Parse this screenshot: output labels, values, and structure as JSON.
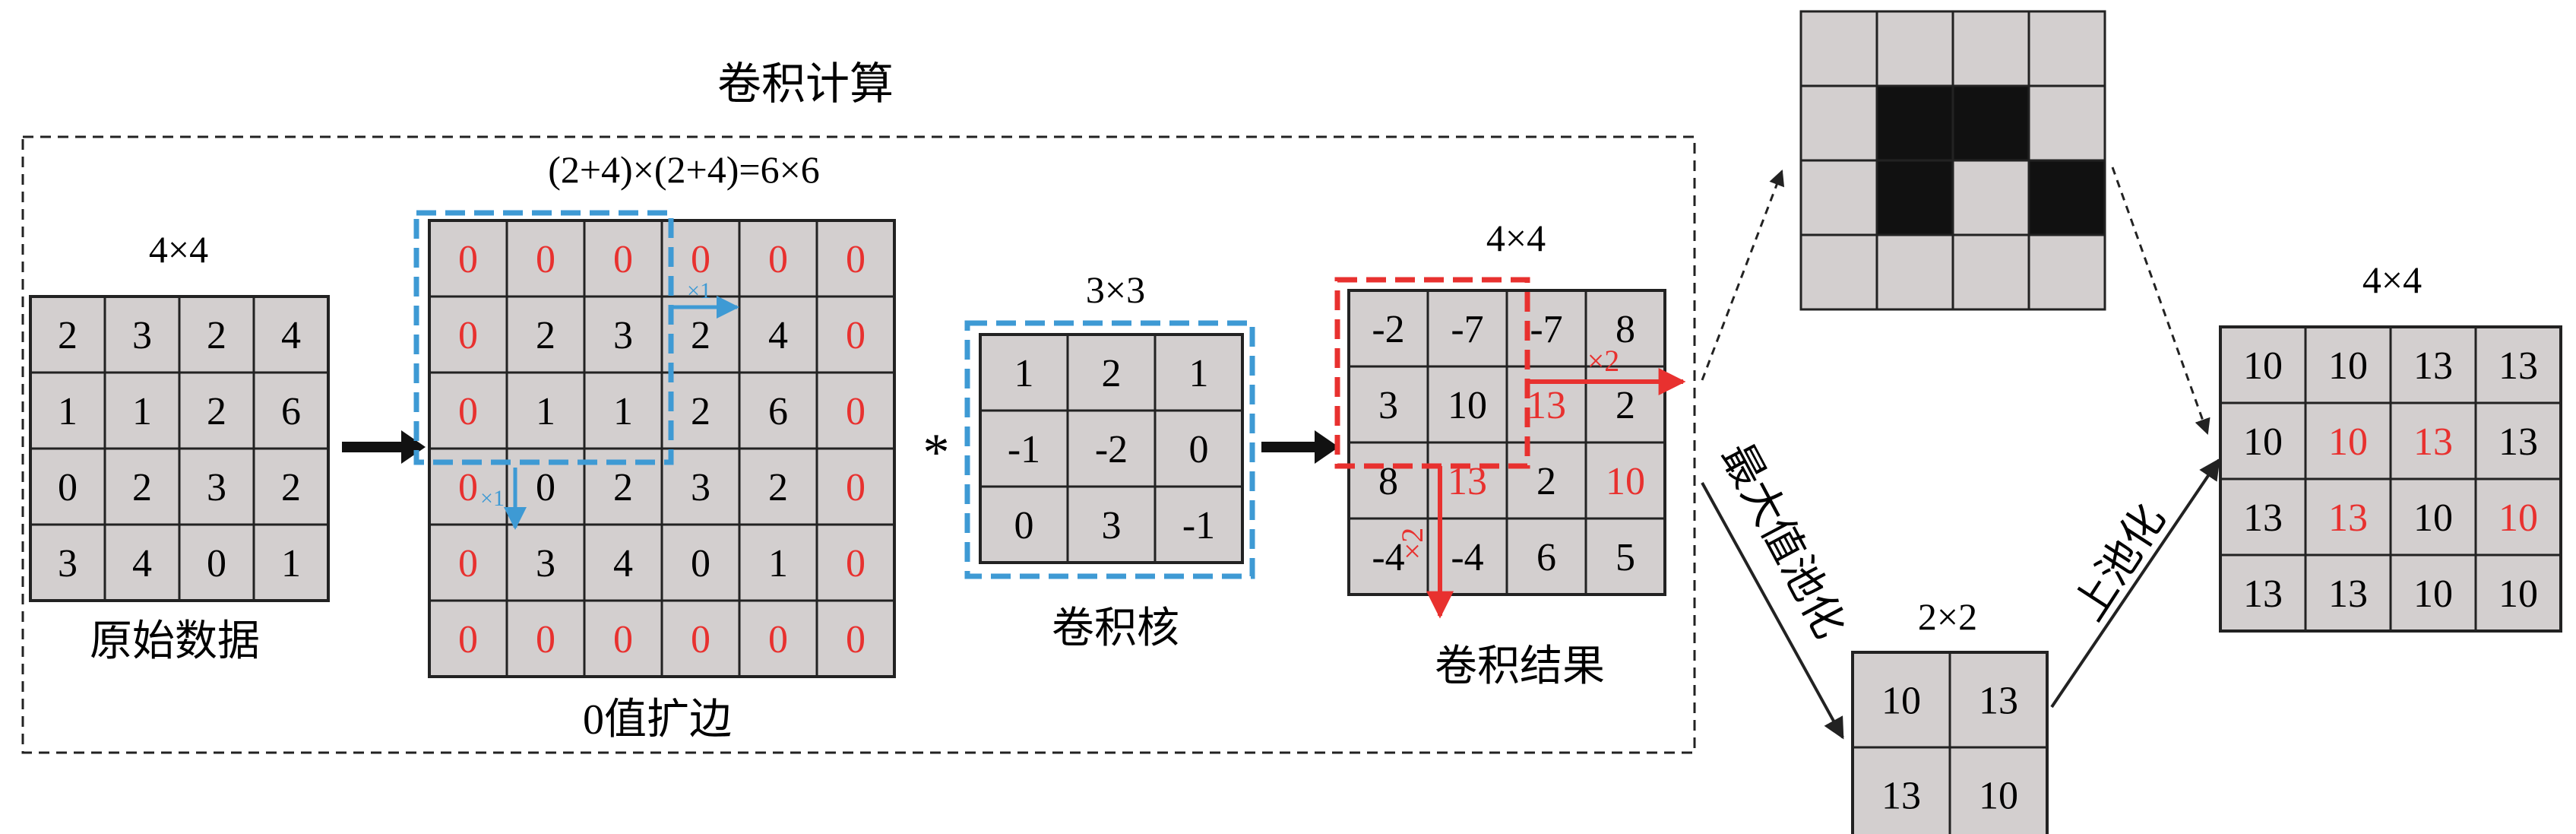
{
  "colors": {
    "cell_fill": "#d3cfcf",
    "cell_dark": "#111111",
    "line": "#222222",
    "text": "#000000",
    "red": "#e8312f",
    "blue": "#3e9ad4",
    "dashed_frame": "#222222"
  },
  "section_title": "卷积计算",
  "original": {
    "size_label": "4×4",
    "caption": "原始数据",
    "values": [
      [
        "2",
        "3",
        "2",
        "4"
      ],
      [
        "1",
        "1",
        "2",
        "6"
      ],
      [
        "0",
        "2",
        "3",
        "2"
      ],
      [
        "3",
        "4",
        "0",
        "1"
      ]
    ]
  },
  "padded": {
    "size_label": "(2+4)×(2+4)=6×6",
    "caption": "0值扩边",
    "values": [
      [
        "0",
        "0",
        "0",
        "0",
        "0",
        "0"
      ],
      [
        "0",
        "2",
        "3",
        "2",
        "4",
        "0"
      ],
      [
        "0",
        "1",
        "1",
        "2",
        "6",
        "0"
      ],
      [
        "0",
        "0",
        "2",
        "3",
        "2",
        "0"
      ],
      [
        "0",
        "3",
        "4",
        "0",
        "1",
        "0"
      ],
      [
        "0",
        "0",
        "0",
        "0",
        "0",
        "0"
      ]
    ],
    "stride_right_label": "×1",
    "stride_down_label": "×1"
  },
  "operator": "*",
  "kernel": {
    "size_label": "3×3",
    "caption": "卷积核",
    "values": [
      [
        "1",
        "2",
        "1"
      ],
      [
        "-1",
        "-2",
        "0"
      ],
      [
        "0",
        "3",
        "-1"
      ]
    ]
  },
  "conv_result": {
    "size_label": "4×4",
    "caption": "卷积结果",
    "values": [
      [
        "-2",
        "-7",
        "-7",
        "8"
      ],
      [
        "3",
        "10",
        "13",
        "2"
      ],
      [
        "8",
        "13",
        "2",
        "10"
      ],
      [
        "-4",
        "-4",
        "6",
        "5"
      ]
    ],
    "red_values": [
      "13"
    ],
    "stride_right_label": "×2",
    "stride_down_label": "×2"
  },
  "mask": {
    "rows": [
      [
        0,
        0,
        0,
        0
      ],
      [
        0,
        1,
        1,
        0
      ],
      [
        0,
        1,
        0,
        1
      ],
      [
        0,
        0,
        0,
        0
      ]
    ]
  },
  "pooled": {
    "size_label": "2×2",
    "values": [
      [
        "10",
        "13"
      ],
      [
        "13",
        "10"
      ]
    ],
    "arrow_label": "最大值池化"
  },
  "unpooled": {
    "size_label": "4×4",
    "values": [
      [
        "10",
        "10",
        "13",
        "13"
      ],
      [
        "10",
        "10",
        "13",
        "13"
      ],
      [
        "13",
        "13",
        "10",
        "10"
      ],
      [
        "13",
        "13",
        "10",
        "10"
      ]
    ],
    "arrow_label": "上池化"
  }
}
